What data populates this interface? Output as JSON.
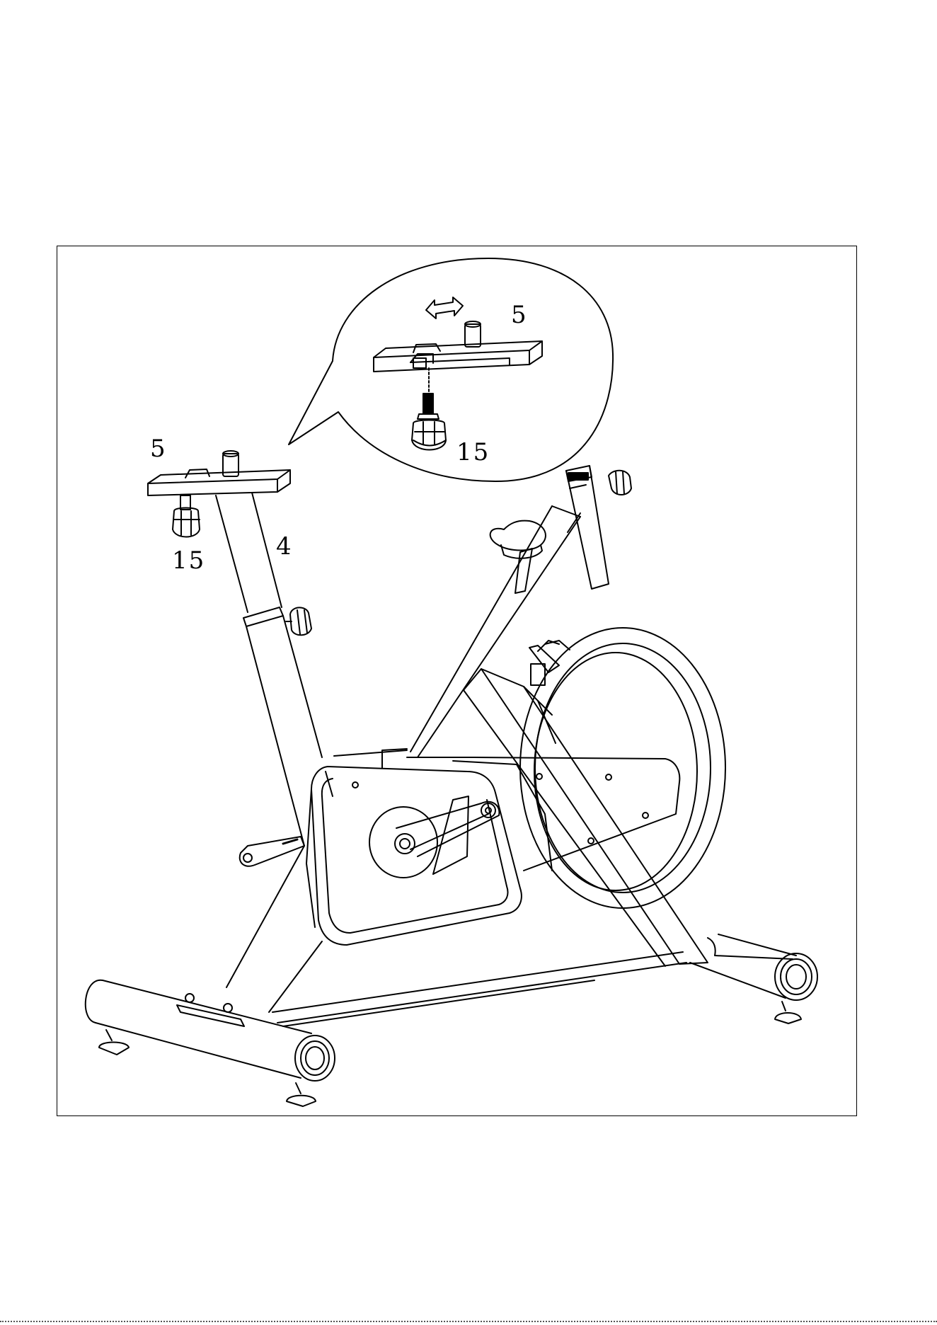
{
  "callouts": {
    "inset_part_upper": "5",
    "inset_part_lower": "15",
    "main_part_seat_rail": "5",
    "main_part_knob": "15",
    "main_part_seat_post": "4"
  },
  "colors": {
    "line": "#000000",
    "background": "#ffffff"
  }
}
